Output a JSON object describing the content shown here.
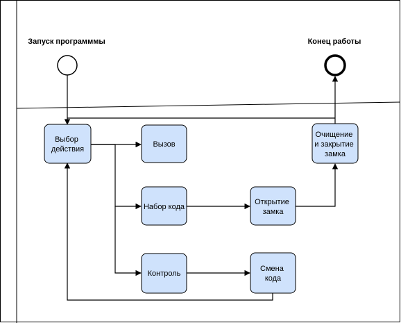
{
  "diagram": {
    "events": {
      "start": {
        "label": "Запуск программмы"
      },
      "end": {
        "label": "Конец работы"
      }
    },
    "nodes": {
      "choose": {
        "lines": [
          "Выбор",
          "действия"
        ]
      },
      "call": {
        "lines": [
          "Вызов"
        ]
      },
      "code_entry": {
        "lines": [
          "Набор кода"
        ]
      },
      "control": {
        "lines": [
          "Контроль"
        ]
      },
      "open_lock": {
        "lines": [
          "Открытие",
          "замка"
        ]
      },
      "change_code": {
        "lines": [
          "Смена",
          "кода"
        ]
      },
      "clean_close": {
        "lines": [
          "Очищение",
          "и закрытие",
          "замка"
        ]
      }
    },
    "colors": {
      "node_fill": "#cfe2fc",
      "stroke": "#000000",
      "background": "#ffffff"
    }
  }
}
